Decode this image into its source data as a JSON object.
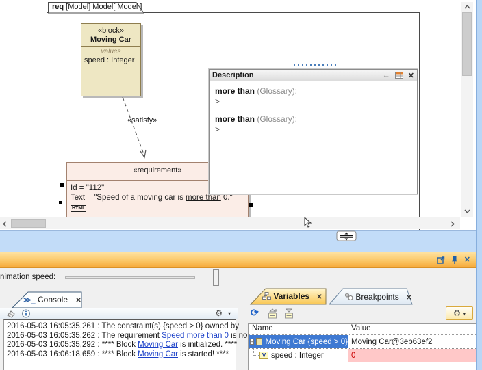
{
  "diagram": {
    "tab": {
      "bold": "req",
      "rest": " [Model] Model[ Model ]"
    },
    "block": {
      "stereotype": "«block»",
      "name": "Moving Car",
      "compartment_label": "values",
      "attribute": "speed : Integer"
    },
    "satisfy_label": "«satisfy»",
    "requirement": {
      "stereotype": "«requirement»",
      "id_line": "Id = \"112\"",
      "text_prefix": "Text = \"Speed of a moving car is ",
      "text_term": "more than",
      "text_suffix": " 0.\"",
      "html_badge": "HTML"
    }
  },
  "description_window": {
    "title": "Description",
    "entries": [
      {
        "term": "more than",
        "context": " (Glossary):",
        "body": ">"
      },
      {
        "term": "more than",
        "context": " (Glossary):",
        "body": ">"
      }
    ]
  },
  "simulation": {
    "animation_speed_label": "nimation speed:"
  },
  "console": {
    "tab_label": "Console",
    "lines": [
      {
        "pre": "2016-05-03 16:05:35,261 : The constraint(s) {speed > 0} owned by",
        "link": "",
        "post": ""
      },
      {
        "pre": "2016-05-03 16:05:35,262 : The requirement ",
        "link": "Speed more than 0",
        "post": " is no"
      },
      {
        "pre": "2016-05-03 16:05:35,292 : **** Block ",
        "link": "Moving Car",
        "post": " is initialized. ****"
      },
      {
        "pre": "2016-05-03 16:06:18,659 : **** Block ",
        "link": "Moving Car",
        "post": " is started! ****"
      }
    ]
  },
  "variables_panel": {
    "tabs": [
      {
        "label": "Variables"
      },
      {
        "label": "Breakpoints"
      }
    ],
    "columns": [
      "Name",
      "Value"
    ],
    "rows": [
      {
        "name": "Moving Car {speed > 0}",
        "value": "Moving Car@3eb63ef2"
      },
      {
        "name": "speed : Integer",
        "value": "0"
      }
    ]
  },
  "icons": {
    "close": "✕",
    "dropdown": "▾",
    "gear": "⚙",
    "refresh": "⟳",
    "console_chevrons": "≫_",
    "back_arrow": "←",
    "info": "ⓘ",
    "minus": "-",
    "pin": "📌"
  },
  "colors": {
    "selection_blue": "#3E79D2",
    "error_bg": "#FFC8C8",
    "error_text": "#CC0000",
    "dock_orange": "#F6A93B",
    "band_blue": "#C2DCF8",
    "block_fill": "#EEE7C3",
    "requirement_fill": "#FBEDE7",
    "link_blue": "#1C41C9"
  }
}
